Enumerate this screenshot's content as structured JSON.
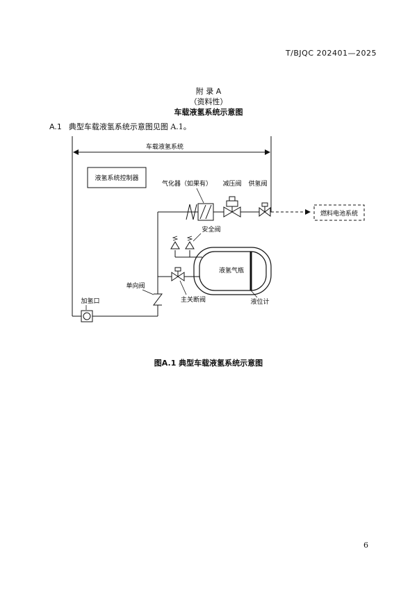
{
  "header": {
    "doc_id": "T/BJQC 202401—2025"
  },
  "annex": {
    "label": "附 录 A",
    "nature": "（资料性）",
    "title": "车载液氢系统示意图"
  },
  "clause": {
    "number": "A.1",
    "text": "典型车载液氢系统示意图见图 A.1。"
  },
  "diagram": {
    "system_label": "车载液氢系统",
    "controller": "液氢系统控制器",
    "vaporizer": "气化器（如果有）",
    "pressure_reducer": "减压阀",
    "supply_valve": "供氢阀",
    "fuel_cell": "燃料电池系统",
    "safety_valve": "安全阀",
    "tank": "液氢气瓶",
    "check_valve": "单向阀",
    "main_shutoff": "主关断阀",
    "level_gauge": "液位计",
    "refuel_port": "加氢口"
  },
  "figure": {
    "caption": "图A.1 典型车载液氢系统示意图"
  },
  "footer": {
    "page_number": "6"
  }
}
